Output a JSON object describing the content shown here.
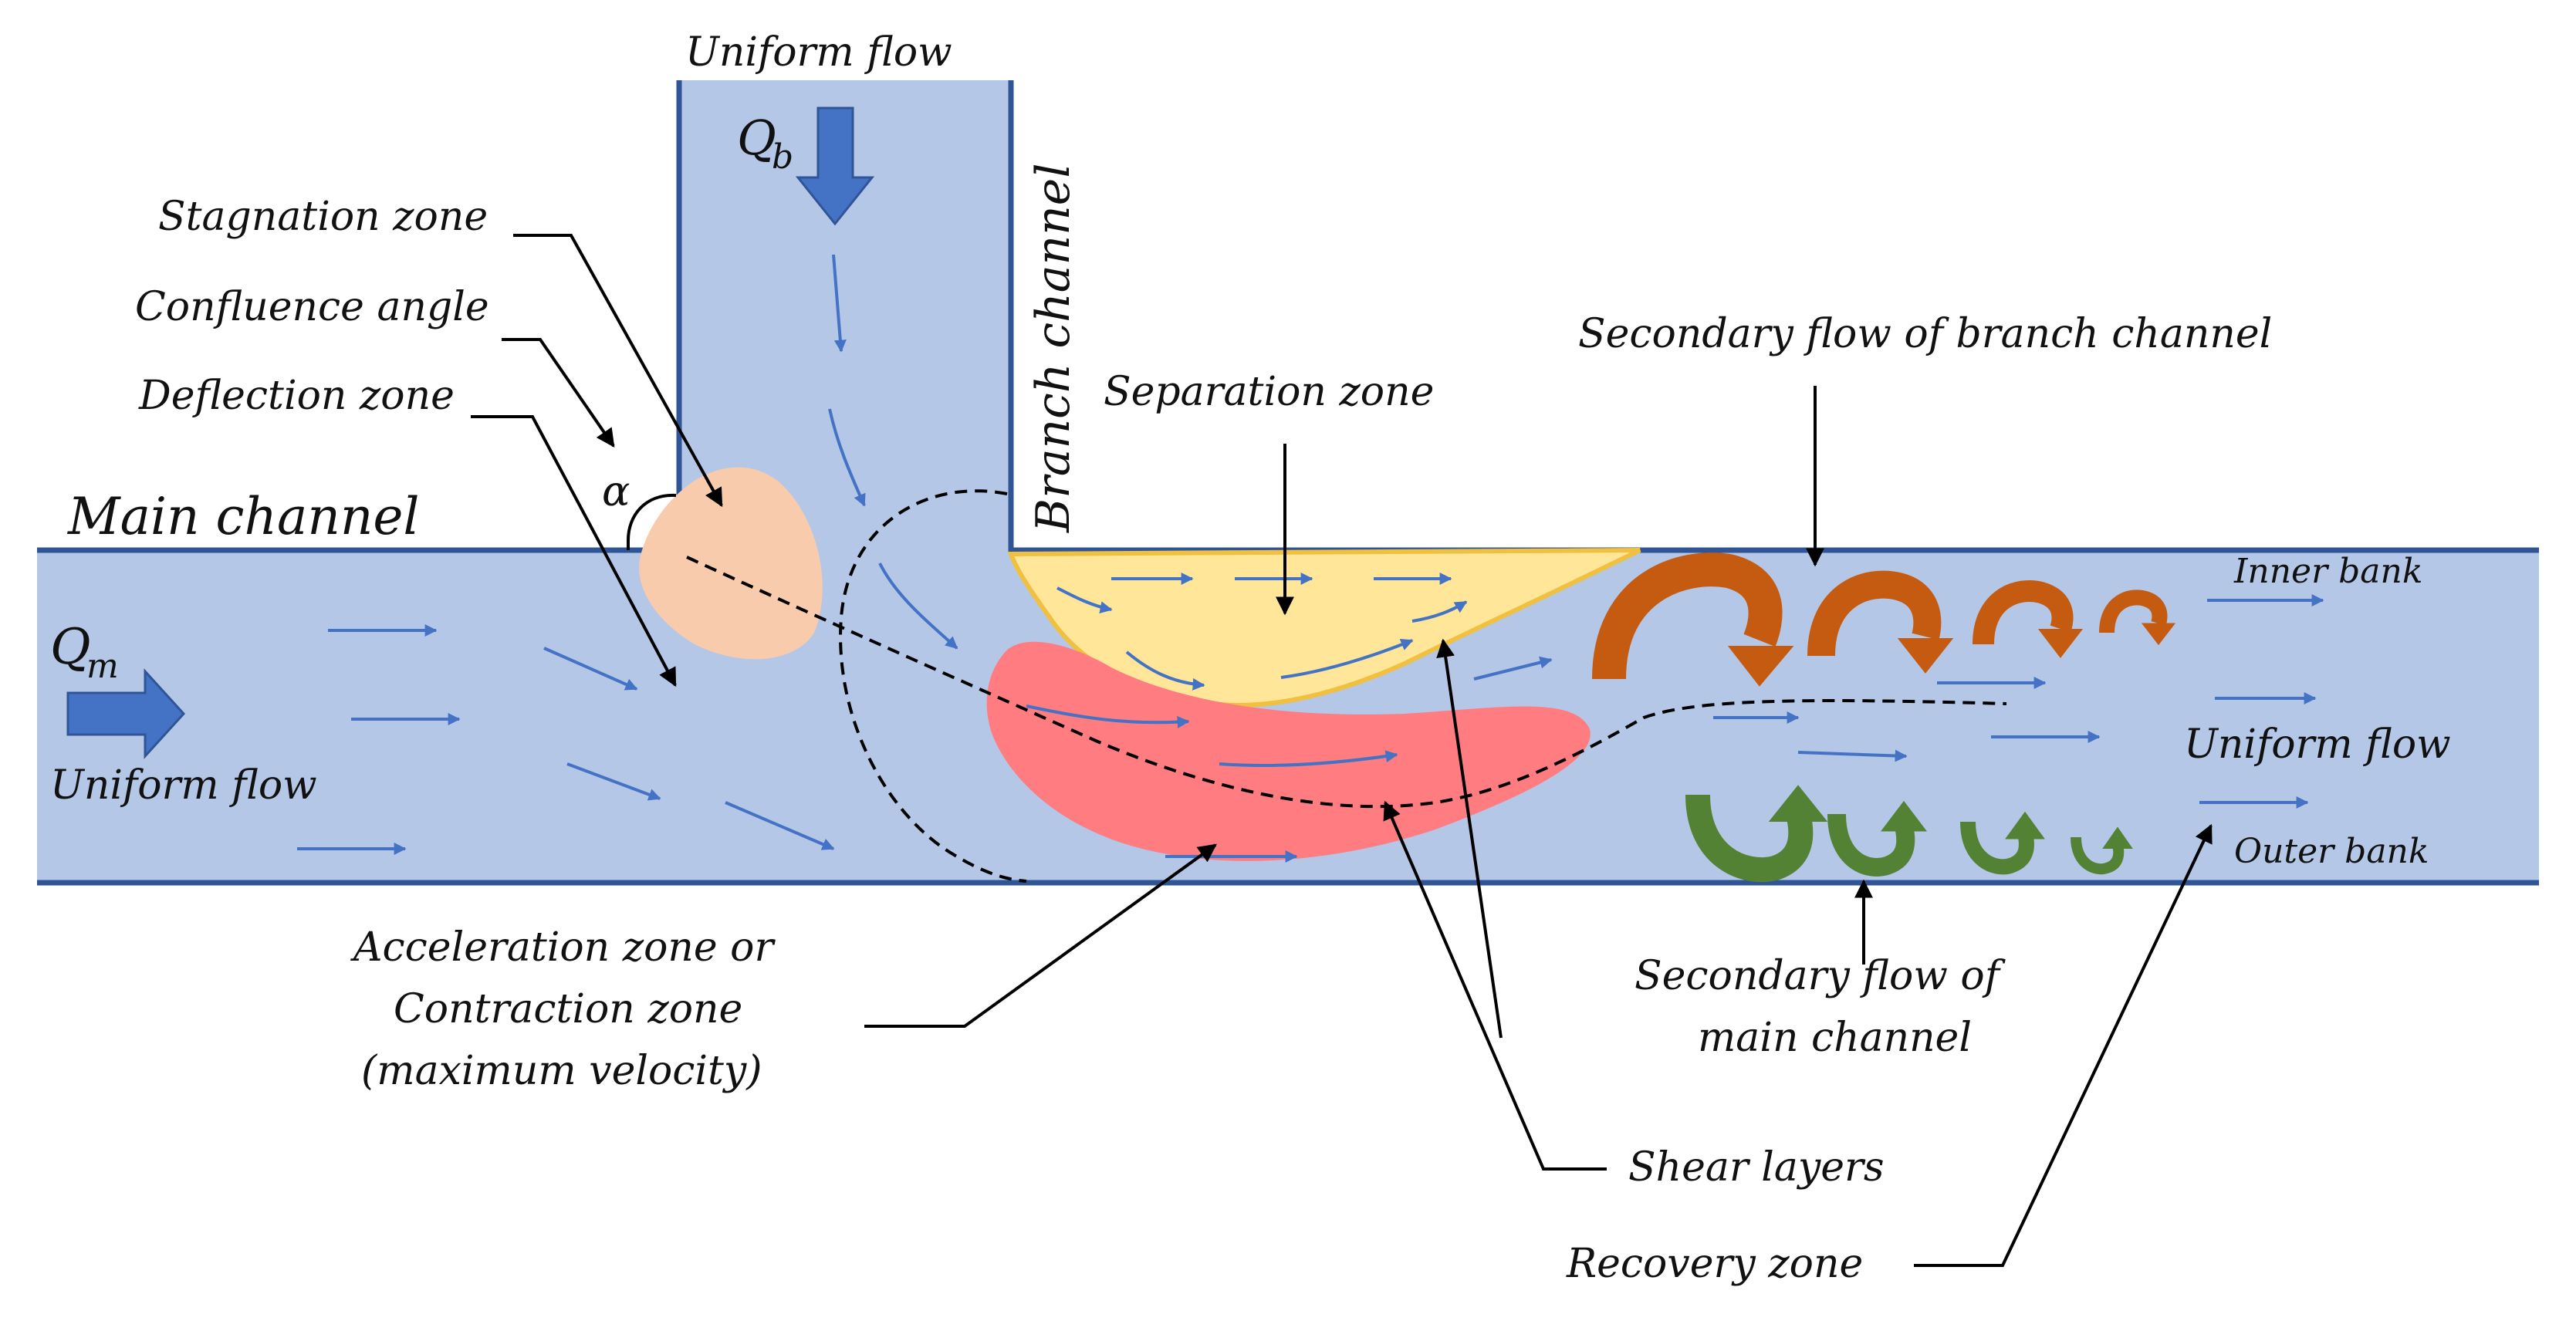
{
  "labels": {
    "uniform_flow_top": "Uniform flow",
    "branch_discharge_symbol": "Q",
    "branch_discharge_subscript": "b",
    "branch_channel": "Branch channel",
    "stagnation_zone": "Stagnation zone",
    "confluence_angle": "Confluence angle",
    "deflection_zone": "Deflection zone",
    "angle_symbol": "α",
    "main_channel": "Main channel",
    "main_discharge_symbol": "Q",
    "main_discharge_subscript": "m",
    "uniform_flow_left": "Uniform flow",
    "separation_zone": "Separation zone",
    "secondary_flow_branch": "Secondary flow of branch channel",
    "inner_bank": "Inner bank",
    "uniform_flow_right": "Uniform flow",
    "outer_bank": "Outer bank",
    "acceleration_zone_line1": "Acceleration zone or",
    "acceleration_zone_line2": "Contraction zone",
    "acceleration_zone_line3": "(maximum velocity)",
    "secondary_flow_main_line1": "Secondary flow of",
    "secondary_flow_main_line2": "main channel",
    "shear_layers": "Shear layers",
    "recovery_zone": "Recovery zone"
  },
  "colors": {
    "water": "#b4c7e7",
    "channel_wall": "#2f5597",
    "flow_arrow": "#4472c4",
    "stagnation_zone": "#f8cbad",
    "separation_zone": "#ffe699",
    "acceleration_zone": "#ff7c80",
    "secondary_flow_branch": "#c55a11",
    "secondary_flow_main": "#548235",
    "leader_line": "#000000"
  }
}
